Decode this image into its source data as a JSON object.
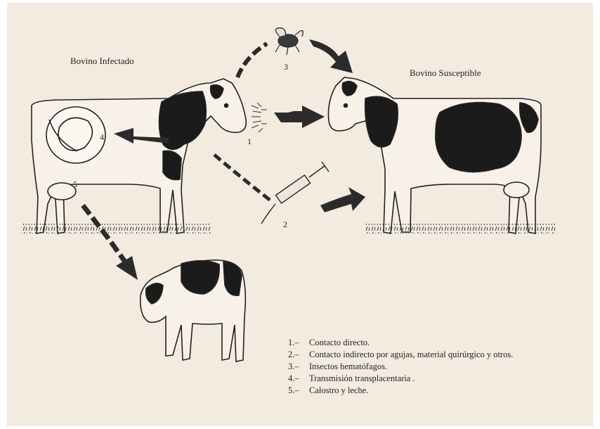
{
  "labels": {
    "infected": "Bovino Infectado",
    "susceptible": "Bovino Susceptible"
  },
  "route_numbers": [
    "1",
    "2",
    "3",
    "4",
    "5"
  ],
  "legend": [
    {
      "n": "1.–",
      "text": "Contacto directo."
    },
    {
      "n": "2.–",
      "text": "Contacto indirecto por agujas, material quirúrgico y otros."
    },
    {
      "n": "3.–",
      "text": "Insectos hematófagos."
    },
    {
      "n": "4.–",
      "text": "Transmisión transplacentaria ."
    },
    {
      "n": "5.–",
      "text": "Calostro y leche."
    }
  ],
  "colors": {
    "background": "#f3ebe0",
    "ink": "#1f1f1f",
    "arrow": "#2b2b2b"
  }
}
